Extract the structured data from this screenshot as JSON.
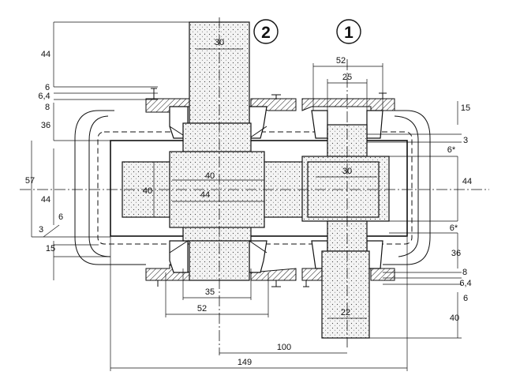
{
  "labels": {
    "shaft_2": "2",
    "shaft_1": "1"
  },
  "dims": {
    "top_44": "44",
    "top_6": "6",
    "top_64": "6,4",
    "top_8": "8",
    "top_36": "36",
    "left_57": "57",
    "left_44": "44",
    "left_6": "6",
    "left_3": "3",
    "left_15": "15",
    "shaft2_30": "30",
    "gear2_40w": "40",
    "gear2_40h": "40",
    "gear2_44": "44",
    "bottom_35": "35",
    "bottom_52": "52",
    "bottom_100": "100",
    "bottom_149": "149",
    "shaft1_52": "52",
    "shaft1_25": "25",
    "gear1_30": "30",
    "shaft1_22": "22",
    "right_15": "15",
    "right_3": "3",
    "right_6a": "6*",
    "right_44": "44",
    "right_6b": "6*",
    "right_36": "36",
    "right_8": "8",
    "right_64": "6,4",
    "right_6c": "6",
    "right_40": "40"
  }
}
